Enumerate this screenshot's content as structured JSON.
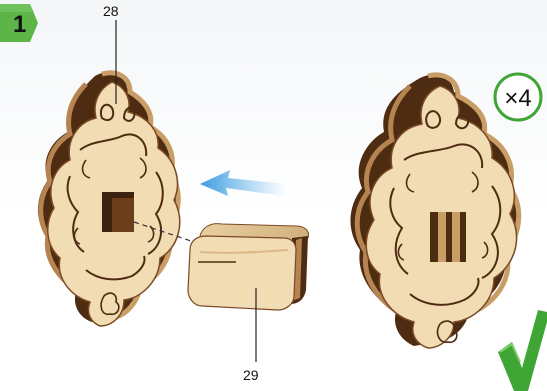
{
  "step": {
    "number": "1",
    "badge_color": "#5db548"
  },
  "parts": {
    "frame_label": "28",
    "block_label": "29"
  },
  "multiplier": {
    "text": "×4",
    "ring_color": "#3fa535"
  },
  "status": {
    "icon": "checkmark-icon",
    "color": "#3fa535"
  },
  "arrow": {
    "icon": "insert-arrow-icon",
    "color": "#5ab0e6"
  },
  "colors": {
    "wood_light": "#f1dcb4",
    "wood_mid": "#d9b98a",
    "wood_dark": "#7a4a24",
    "wood_darker": "#4e2c12"
  }
}
